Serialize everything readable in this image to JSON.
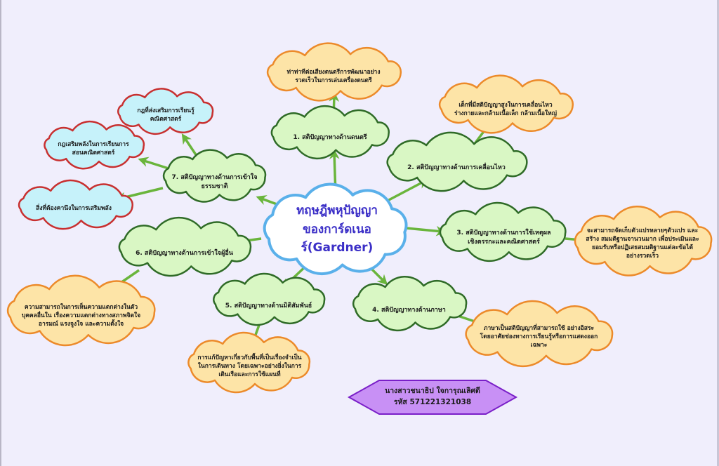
{
  "colors": {
    "background": "#f0eefc",
    "arrow": "#6ab53c",
    "center_fill": "#ffffff",
    "center_stroke": "#5ab0ea",
    "category_fill": "#d9f7c4",
    "category_stroke": "#2f6b27",
    "description_fill": "#fde4a7",
    "description_stroke": "#ec8a2a",
    "sub_fill": "#c6f2fa",
    "sub_stroke": "#c83030",
    "signature_fill": "#c890f5",
    "signature_stroke": "#7a1fc8",
    "center_text": "#3b2fc7"
  },
  "center": {
    "line1": "ทฤษฎีพหุปัญญา",
    "line2": "ของการ์ดเนอร์(Gardner)"
  },
  "categories": [
    {
      "label": "1. สติปัญญาทางด้านดนตรี"
    },
    {
      "label": "2. สติปัญญาทางด้านการเคลื่อนไหว"
    },
    {
      "line1": "3. สติปัญญาทางด้านการใช้เหตุผล",
      "line2": "เชิงตรรกะและคณิตศาสตร์"
    },
    {
      "label": "4. สติปัญญาทางด้านภาษา"
    },
    {
      "label": "5. สติปัญญาทางด้านมิติสัมพันธ์"
    },
    {
      "label": "6. สติปัญญาทางด้านการเข้าใจผู้อื่น"
    },
    {
      "line1": "7. สติปัญญาทางด้านการเข้าใจ",
      "line2": "ธรรมชาติ"
    }
  ],
  "descriptions": {
    "music": [
      "ท่าท่าทีต่อเสียงดนตรีการพัฒนาอย่าง",
      "รวดเร็วในการเล่นเครื่องดนตรี"
    ],
    "movement": [
      "เด็กที่มีสติปัญญาสูงในการเคลื่อนไหว",
      "ร่างกายและกล้ามเนื้อเล็ก กล้ามเนื้อใหญ่"
    ],
    "logic": [
      "จะสามารถจัดเก็บตัวแปรหลายๆตัวแปร และ",
      "สร้าง สมมติฐานจานวนมาก เพื่อประเมินและ",
      "ยอมรับหรือปฏิเสธสมมติฐานแต่ละข้อได้",
      "อย่างรวดเร็ว"
    ],
    "language": [
      "ภาษาเป็นสติปัญญาที่สามารถใช้ อย่างอิสระ",
      "โดยอาศัยช่องทางการเรียนรู้หรือการแสดงออก",
      "เฉพาะ"
    ],
    "spatial": [
      "การแก้ปัญหาเกี่ยวกับพื้นที่เป็นเรื่องจำเป็น",
      "ในการเดินทาง โดยเฉพาะอย่างยิ่งในการ",
      "เดินเรือและการใช้แผนที่"
    ],
    "interpersonal": [
      "ความสามารถในการเห็นความแตกต่างในตัว",
      "บุคคลอื่นใน เรื่องความแตกต่างทางสภาพจิตใจ",
      "อารมณ์ แรงจูงใจ และความตั้งใจ"
    ]
  },
  "nature_subs": [
    [
      "กฎที่ส่งเสริมการเรียนรู้",
      "คณิตศาสตร์"
    ],
    [
      "กฎเสริมพลังในการเรียนการ",
      "สอนคณิตศาสตร์"
    ],
    [
      "สิ่งที่ต้องคานึงในการเสริมพลัง"
    ]
  ],
  "signature": {
    "name": "นางสาวชนาธิป   ใจการุณเลิศดี",
    "student_id": "รหัส  571221321038"
  }
}
